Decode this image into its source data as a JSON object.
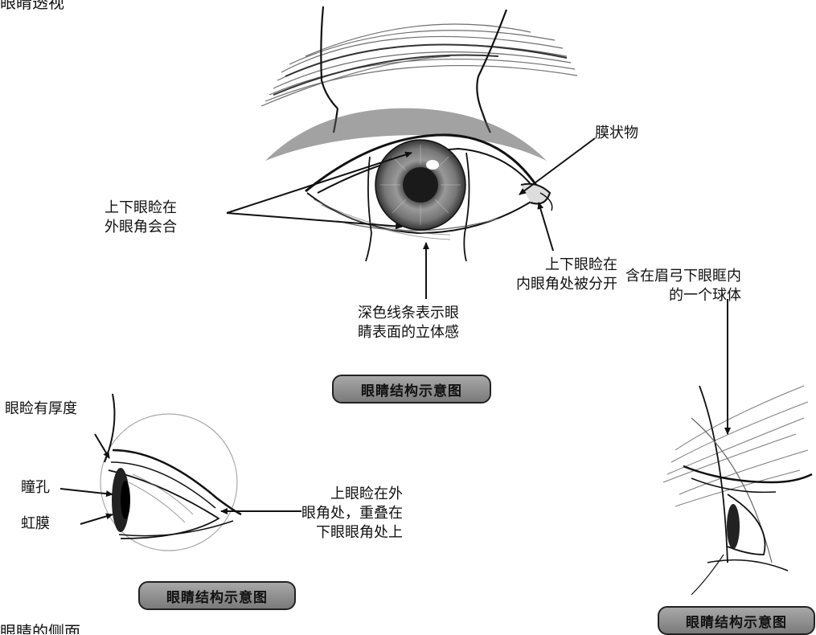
{
  "labels": {
    "membrane": "膜状物",
    "outer_corner": "上下眼睑在\n外眼角会合",
    "inner_corner": "上下眼睑在\n内眼角处被分开",
    "dark_lines": "深色线条表示眼\n睛表面的立体感",
    "sphere": "含在眉弓下眼眶内\n的一个球体",
    "lid_thickness": "眼睑有厚度",
    "pupil": "瞳孔",
    "iris": "虹膜",
    "overlap": "上眼睑在外\n眼角处，重叠在\n下眼眼角处上"
  },
  "captions": {
    "top": "眼睛结构示意图",
    "left": "眼睛结构示意图",
    "right": "眼睛结构示意图"
  },
  "cropped_text": {
    "top": "眼睛透视",
    "bottom": "眼睛的侧面"
  },
  "colors": {
    "caption_fill": "#8c8c8c",
    "ink": "#111111"
  }
}
